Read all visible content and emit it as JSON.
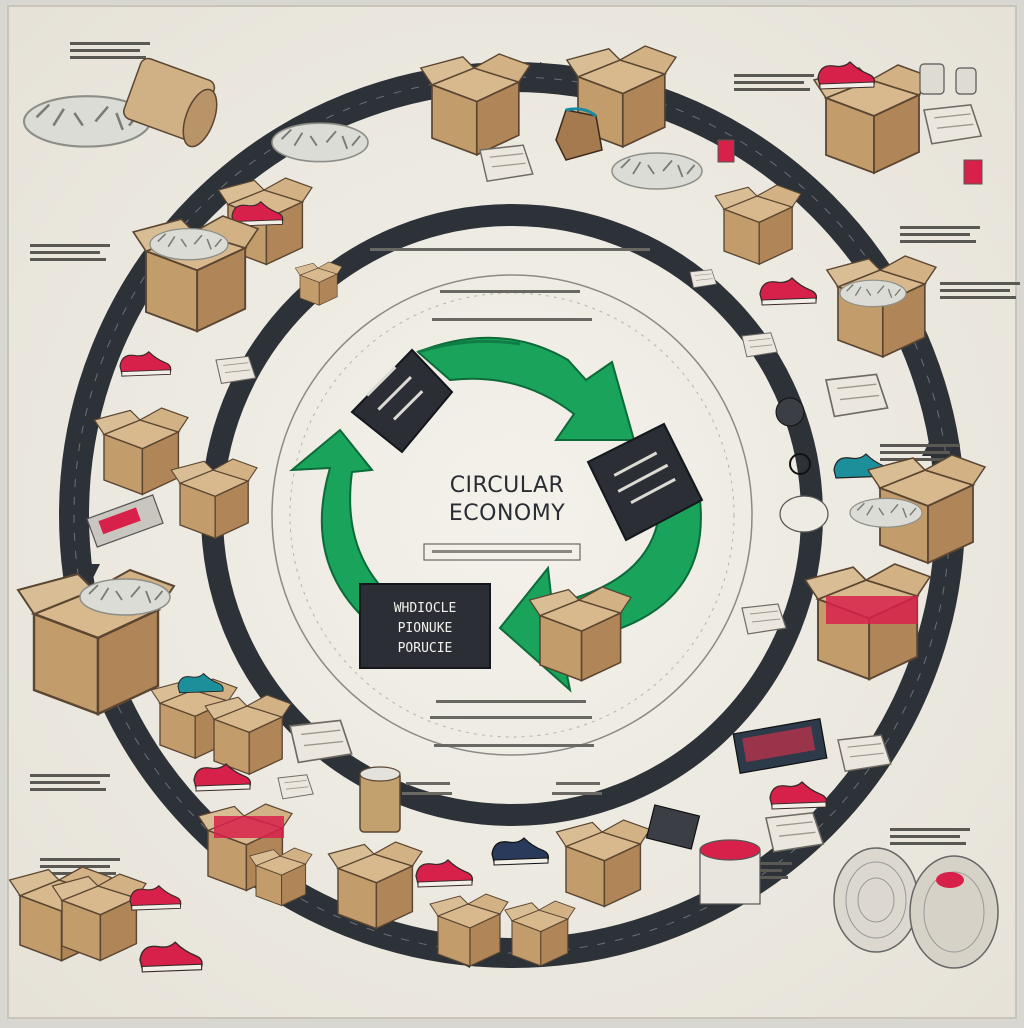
{
  "title_line1": "CIRCULAR",
  "title_line2": "ECONOMY",
  "panel_bottom_lines": [
    "WHDIOCLE",
    "PIONUKE",
    "PORUCIE"
  ],
  "colors": {
    "paper": "#efece4",
    "ring": "#2d3238",
    "arrow_green": "#1aa35a",
    "panel_dark": "#2b2f35",
    "cardboard": "#c9a77c",
    "accent_red": "#d8214a"
  },
  "icons": [
    "recycle-arrows-icon",
    "cardboard-box-icon",
    "shoe-icon",
    "shredded-paper-pile-icon",
    "paper-roll-icon",
    "fabric-roll-icon"
  ]
}
